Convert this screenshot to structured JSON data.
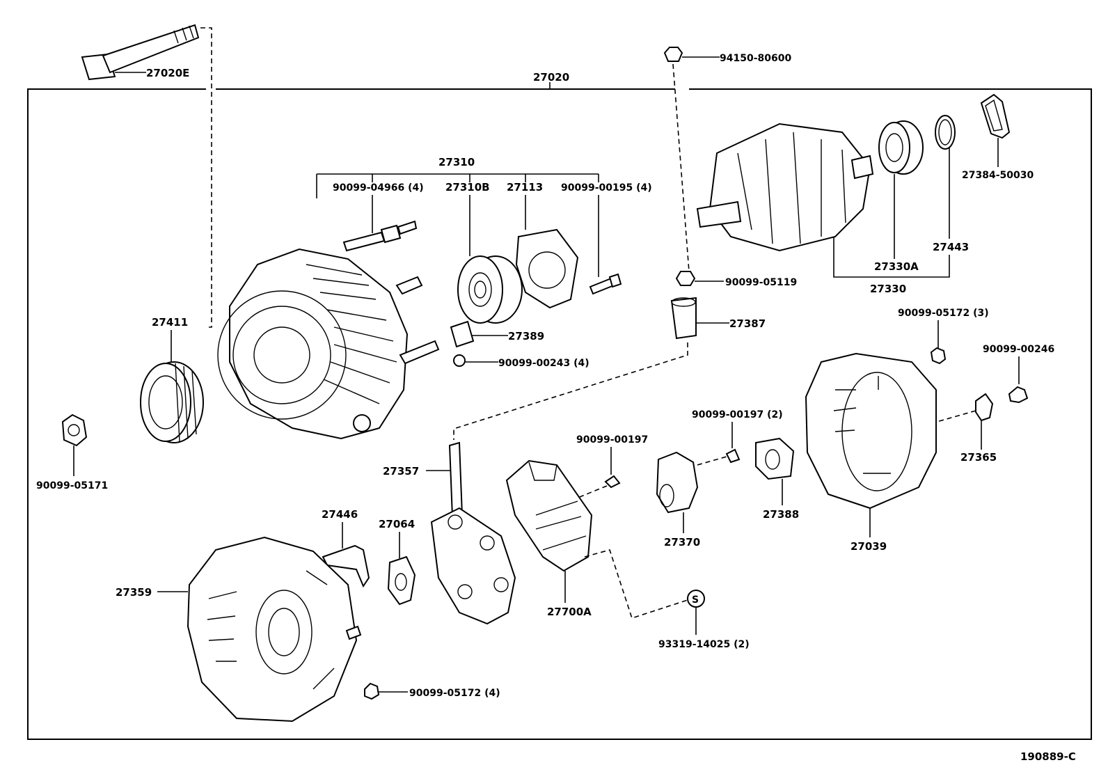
{
  "diagram_id": "190889-C",
  "assembly": "27020",
  "callouts": {
    "c27020E": "27020E",
    "c27020": "27020",
    "c94150": "94150-80600",
    "c27310": "27310",
    "c27310B": "27310B",
    "c27113": "27113",
    "c90099_04966": "90099-04966 (4)",
    "c90099_00195": "90099-00195 (4)",
    "c27384": "27384-50030",
    "c27443": "27443",
    "c27330A": "27330A",
    "c27330": "27330",
    "c90099_05119": "90099-05119",
    "c27387": "27387",
    "c27389": "27389",
    "c90099_00243": "90099-00243 (4)",
    "c27411": "27411",
    "c90099_05171": "90099-05171",
    "c90099_05172_3": "90099-05172 (3)",
    "c90099_00246": "90099-00246",
    "c27365": "27365",
    "c27039": "27039",
    "c90099_00197_2": "90099-00197 (2)",
    "c27388": "27388",
    "c27370": "27370",
    "c90099_00197": "90099-00197",
    "c27700A": "27700A",
    "c27357": "27357",
    "c27446": "27446",
    "c27064": "27064",
    "c27359": "27359",
    "c93319": "93319-14025 (2)",
    "c90099_05172_4": "90099-05172 (4)",
    "s_mark": "S"
  }
}
